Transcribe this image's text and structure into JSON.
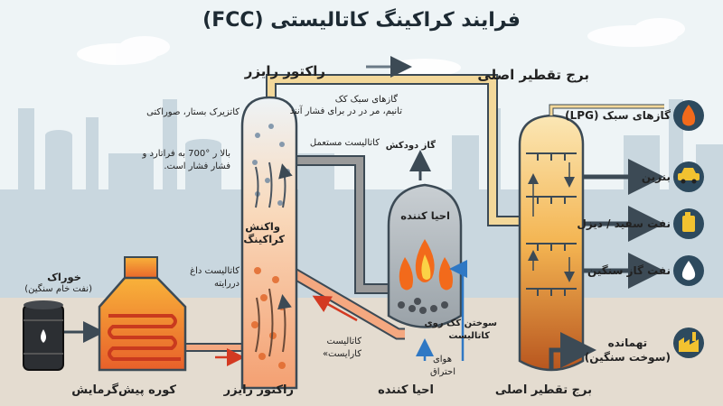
{
  "title": "فرایند کراکینگ کاتالیستی (FCC)",
  "sections": {
    "riser_top": "راکتور رایزر",
    "column_top": "برج تقطیر اصلی",
    "furnace_bottom": "کوره پیش‌گرمایش",
    "riser_bottom": "راکتور رایزر",
    "regen_bottom": "احیا کننده",
    "column_bottom": "برج تقطیر اصلی"
  },
  "feed": {
    "title": "خوراک",
    "subtitle": "(نفت خام سنگین)"
  },
  "labels": {
    "zeolite": "کاتزیرک بستار، صوراکتی",
    "vapors_line1": "گازهای سبک کک",
    "vapors_line2": "تانیم، مر در در برای فشار آنند",
    "spent_catalyst": "کاتالیست مستعمل",
    "flue_gas": "گاز دودکش",
    "conditions_line1": "بالا ر °700 به فراتارد و",
    "conditions_line2": "فشار فشار است.",
    "reaction_line1": "واکنش",
    "reaction_line2": "کراکینگ",
    "hot_catalyst_line1": "کاتالیست داغ",
    "hot_catalyst_line2": "دررایته",
    "regenerator": "احیا کننده",
    "coke_burn_line1": "سوختن کک روی",
    "coke_burn_line2": "کاتالیست",
    "catalyst_return_line1": "کاتالیست",
    "catalyst_return_line2": "کارایست»",
    "air_line1": "هوای",
    "air_line2": "احتراق"
  },
  "products": [
    {
      "label": "گازهای سبک (LPG)",
      "icon": "flame-icon"
    },
    {
      "label": "بنزین",
      "icon": "car-icon"
    },
    {
      "label": "نفت سفید / دیزل",
      "icon": "fuel-can-icon"
    },
    {
      "label": "نفت گاز سنگین",
      "icon": "oil-drop-icon"
    },
    {
      "label": "تهمانده\n(سوخت سنگین)",
      "icon": "factory-icon"
    }
  ],
  "colors": {
    "hot": "#e85a24",
    "warm": "#f7a340",
    "pipe": "#8a8a8a",
    "vapor_pipe": "#f3d89a",
    "icon_bg": "#2d4a5e",
    "skyline": "#c7d5dd"
  }
}
